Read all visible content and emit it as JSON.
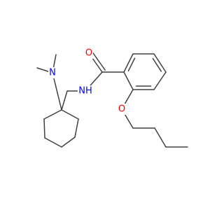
{
  "molecule": {
    "atoms": [
      {
        "id": "O_carbonyl",
        "label": "O",
        "color": "#ff0000"
      },
      {
        "id": "N_amide",
        "label": "NH",
        "color": "#0000ff"
      },
      {
        "id": "N_amine",
        "label": "N",
        "color": "#0000ff"
      },
      {
        "id": "O_ether",
        "label": "O",
        "color": "#ff0000"
      }
    ],
    "bond_color": "#404040"
  }
}
